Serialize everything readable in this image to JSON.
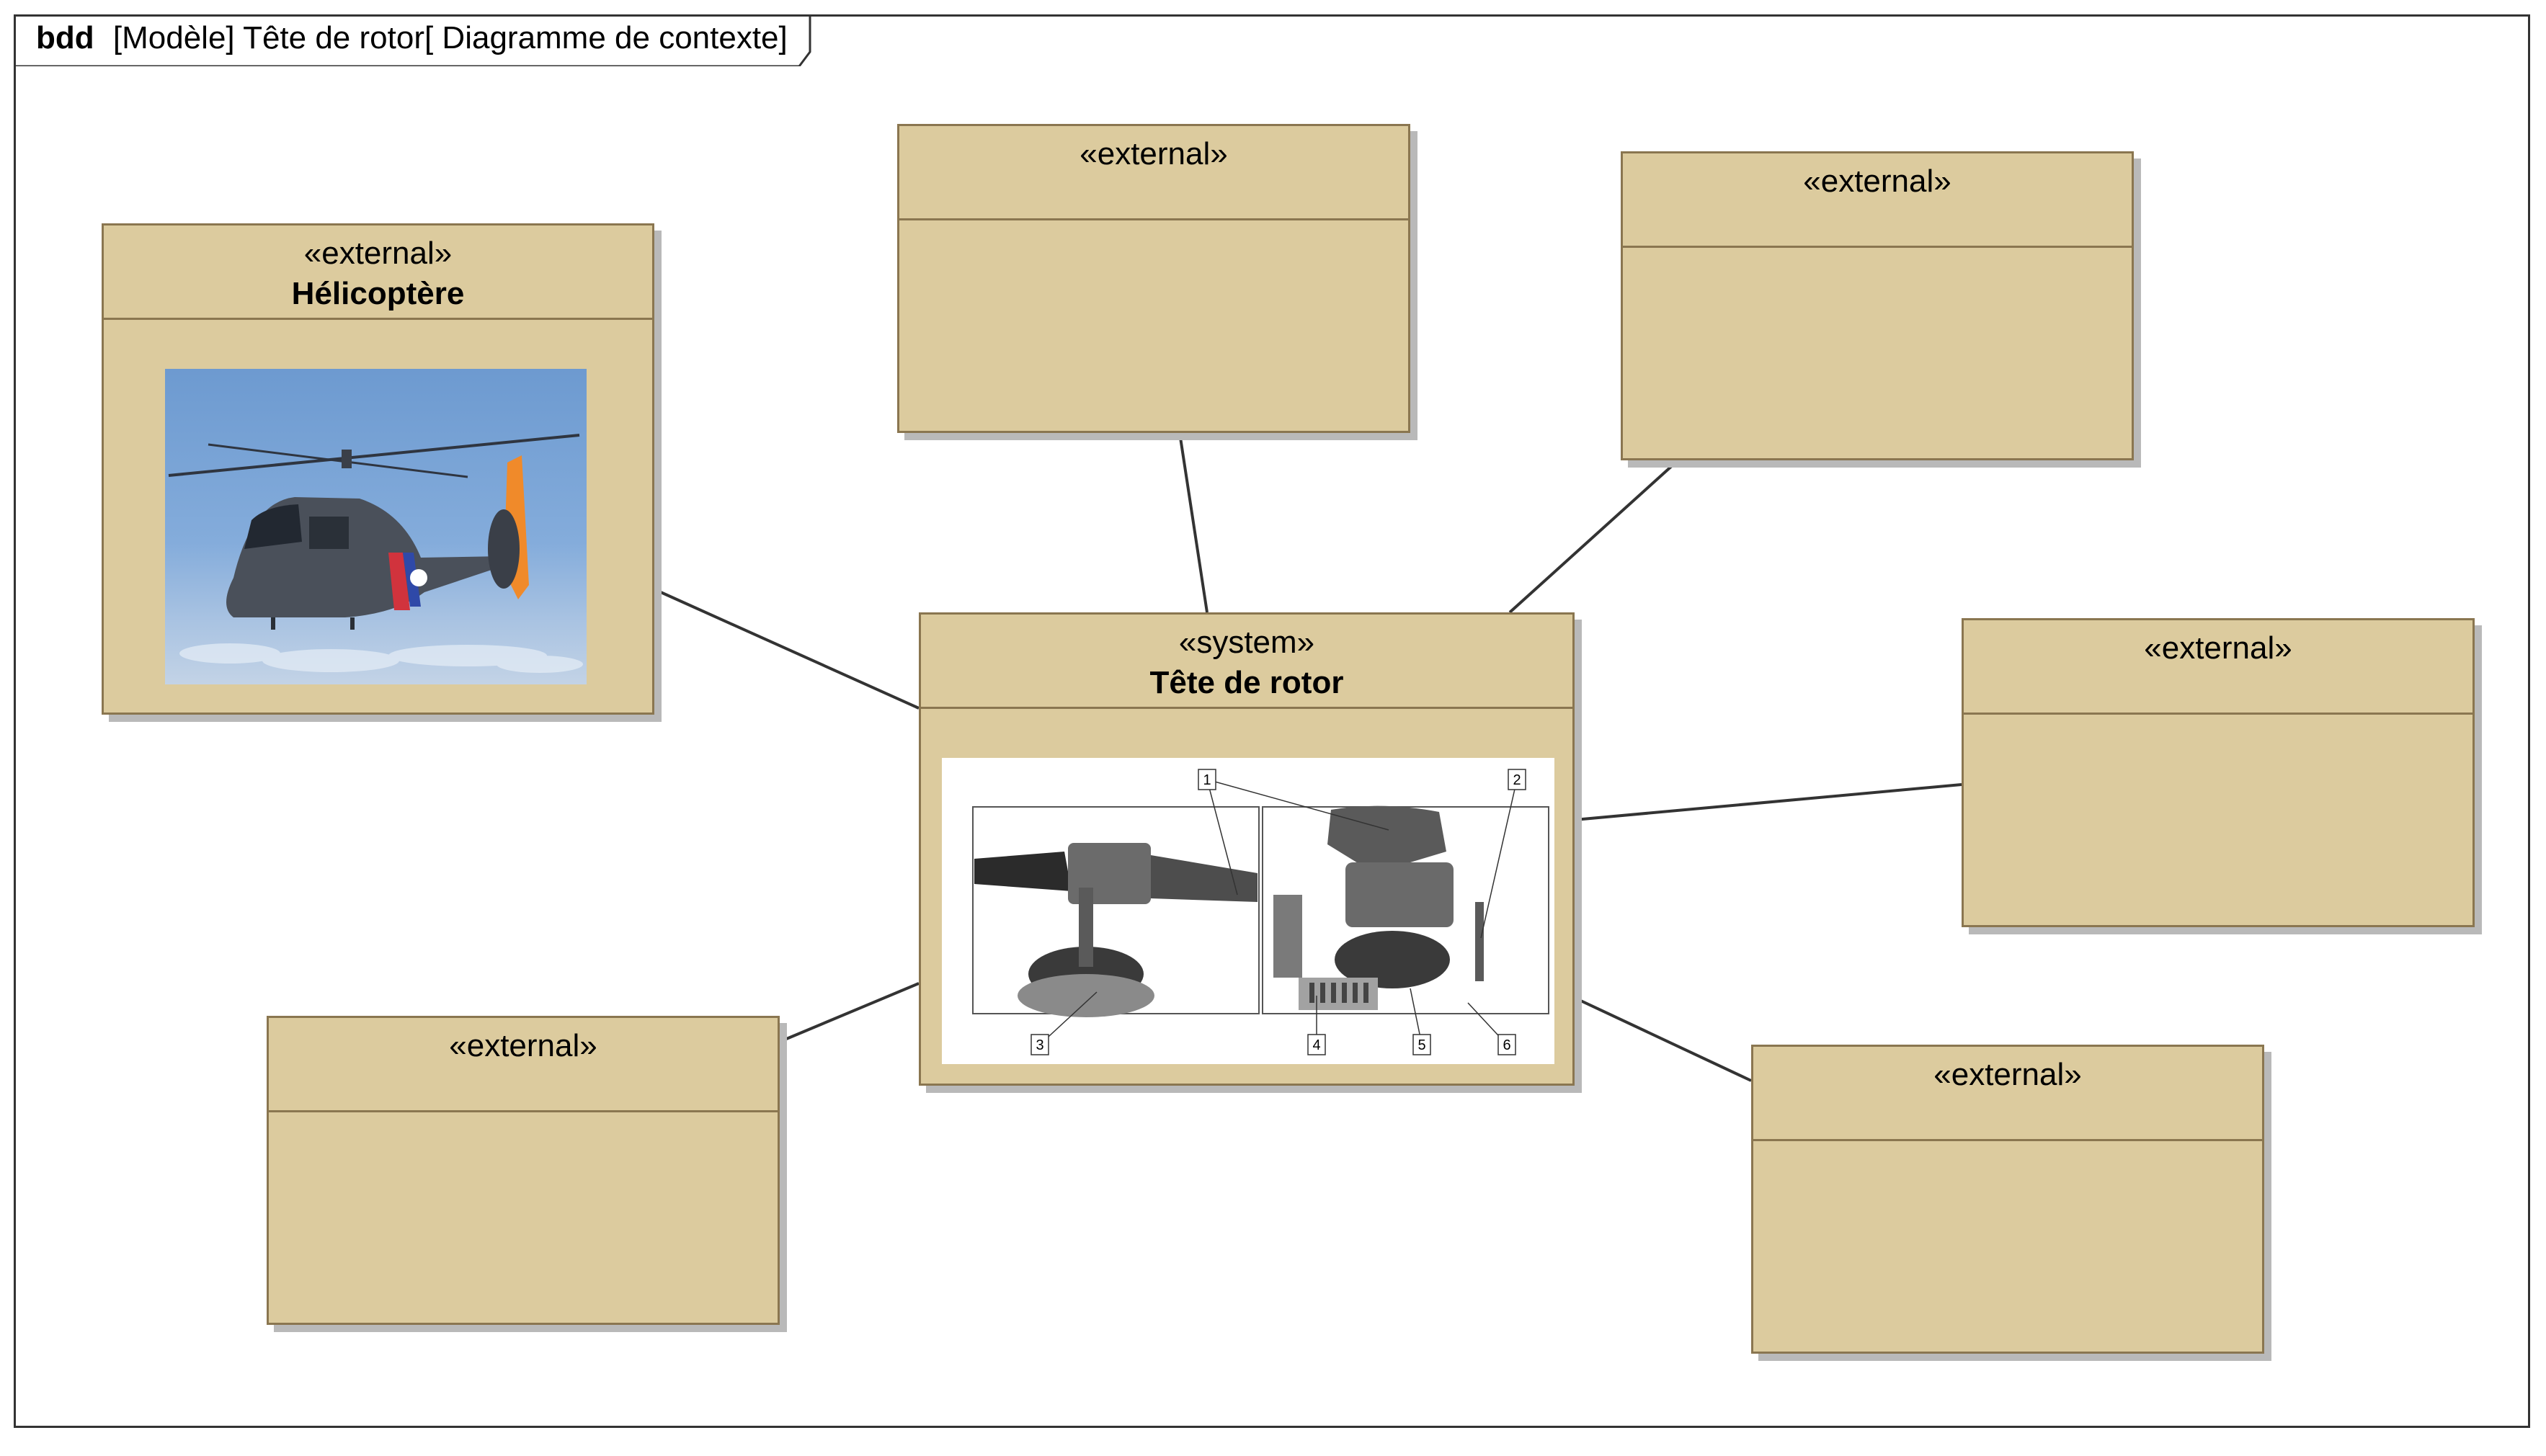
{
  "frame": {
    "kind": "bdd",
    "title": "[Modèle] Tête de rotor[  Diagramme de contexte]"
  },
  "blocks": {
    "helicoptere": {
      "stereotype": "«external»",
      "name": "Hélicoptère"
    },
    "top": {
      "stereotype": "«external»",
      "name": ""
    },
    "top_right": {
      "stereotype": "«external»",
      "name": ""
    },
    "system": {
      "stereotype": "«system»",
      "name": "Tête de rotor"
    },
    "right": {
      "stereotype": "«external»",
      "name": ""
    },
    "bottom_left": {
      "stereotype": "«external»",
      "name": ""
    },
    "bottom_right": {
      "stereotype": "«external»",
      "name": ""
    }
  },
  "rotor_figure": {
    "callouts": [
      "1",
      "2",
      "3",
      "4",
      "5",
      "6"
    ]
  },
  "colors": {
    "block_fill": "#dccb9e",
    "block_border": "#8a7650",
    "shadow": "#b9b9b9",
    "line": "#333333"
  }
}
